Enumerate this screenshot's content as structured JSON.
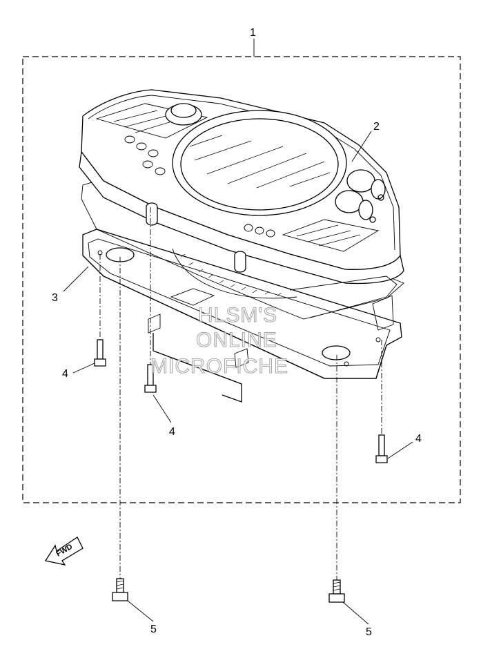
{
  "callouts": {
    "c1": "1",
    "c2": "2",
    "c3": "3",
    "c4a": "4",
    "c4b": "4",
    "c4c": "4",
    "c5a": "5",
    "c5b": "5"
  },
  "watermark": {
    "line1": "HLSM'S",
    "line2": "ONLINE",
    "line3": "MICROFICHE"
  },
  "fwd_label": "FWD"
}
